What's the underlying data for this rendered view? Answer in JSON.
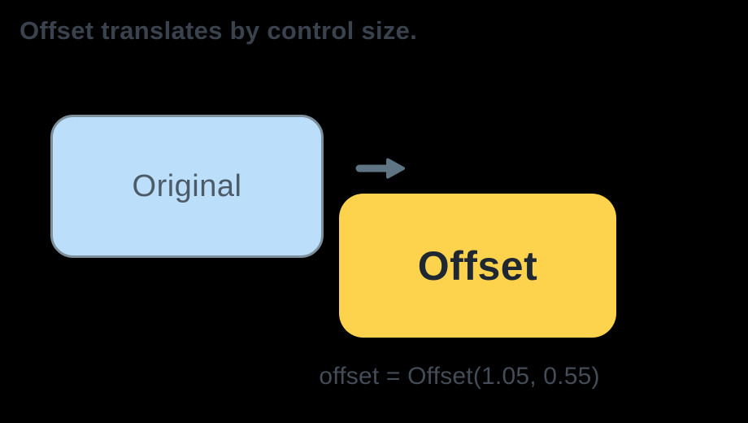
{
  "title": {
    "text": "Offset translates by control size.",
    "color": "#3A424D"
  },
  "boxes": {
    "original": {
      "label": "Original",
      "fill": "#BBDEFB",
      "border_color": "#7D8F9B",
      "label_color": "#4C5B66"
    },
    "offset": {
      "label": "Offset",
      "fill": "#FDD34D",
      "label_color": "#1F2733"
    }
  },
  "arrow": {
    "icon": "right-arrow-icon",
    "color": "#5F7584"
  },
  "caption": {
    "text": "offset = Offset(1.05, 0.55)",
    "color": "#434C57"
  },
  "colors": {
    "background": "#000000"
  }
}
